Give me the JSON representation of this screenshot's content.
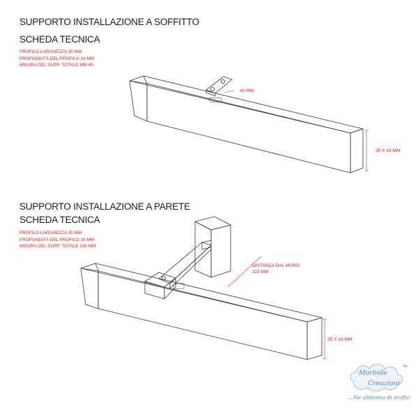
{
  "ceiling": {
    "title": "SUPPORTO INSTALLAZIONE A SOFFITTO",
    "subtitle": "SCHEDA TECNICA",
    "specs": [
      "PROFILO LARGHEZZA 35 MM",
      "PROFONDITÀ DEL PROFILO 16 MM",
      "MISURA DEL SUPP. TOTALE MM 40"
    ],
    "bracket_dimension": "40 MM",
    "profile_dimension": "35 X 16 MM"
  },
  "wall": {
    "title": "SUPPORTO INSTALLAZIONE A PARETE",
    "subtitle": "SCHEDA TECNICA",
    "specs": [
      "PROFILO LARGHEZZA 35 MM",
      "PROFONDITÀ DEL PROFILO 16 MM",
      "MISURA DEL SUPP. TOTALE  140 MM"
    ],
    "distance_label_1": "DISTANZA DAL MURO",
    "distance_label_2": "115 MM",
    "profile_dimension": "35 X 16  MM"
  },
  "logo": {
    "line1": "Morbide",
    "line2": "Creazioni",
    "tagline": "...Ne abbiamo di stoffa!",
    "trademark": "TM"
  },
  "colors": {
    "accent_red": "#e0201b",
    "line": "#333333",
    "logo_blue": "#5a82b8"
  }
}
